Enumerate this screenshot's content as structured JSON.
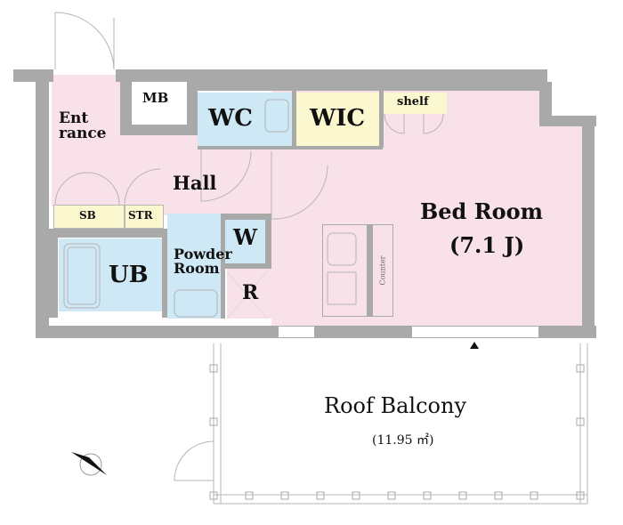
{
  "rooms": {
    "entrance": "Ent\nrance",
    "entrance_line1": "Ent",
    "entrance_line2": "rance",
    "mb": "MB",
    "wc": "WC",
    "wic": "WIC",
    "shelf": "shelf",
    "hall": "Hall",
    "sb": "SB",
    "str": "STR",
    "ub": "UB",
    "powder_line1": "Powder",
    "powder_line2": "Room",
    "w": "W",
    "r": "R",
    "bedroom": "Bed Room",
    "bedroom_size": "(7.1 J)",
    "counter": "Counter",
    "balcony": "Roof Balcony",
    "balcony_size": "(11.95 ㎡)"
  },
  "colors": {
    "living": "#f9e1ea",
    "wet": "#cfe8f6",
    "storage": "#fbf8cf",
    "wall": "#a9a9a9"
  },
  "icons": [
    "compass-icon",
    "entrance-marker-icon"
  ]
}
